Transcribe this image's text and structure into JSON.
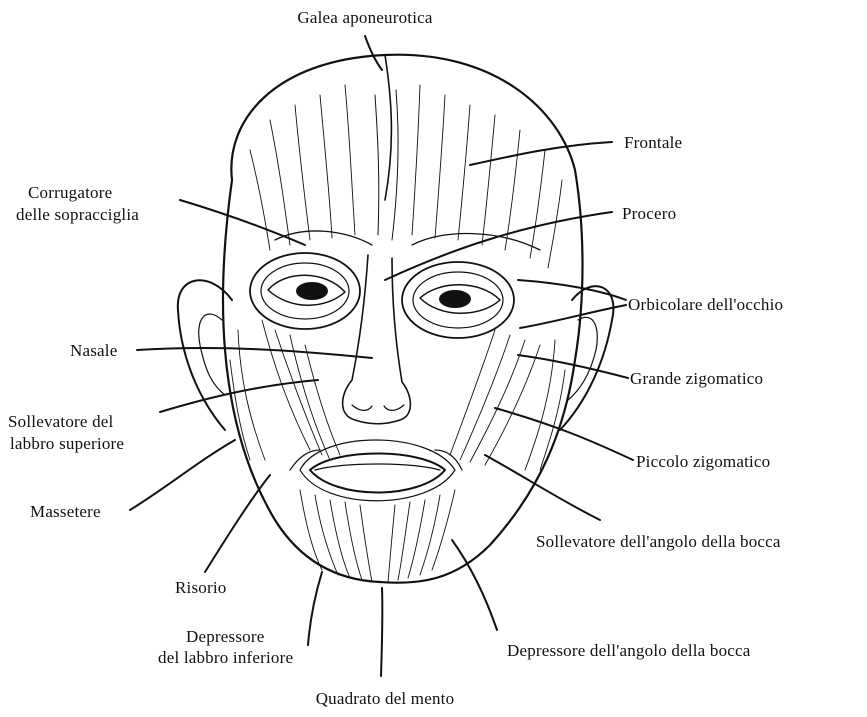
{
  "labels": {
    "galea": "Galea aponeurotica",
    "frontale": "Frontale",
    "corrugatore_1": "Corrugatore",
    "corrugatore_2": "delle sopracciglia",
    "procero": "Procero",
    "orbicolare_occhio": "Orbicolare dell'occhio",
    "nasale": "Nasale",
    "grande_zigomatico": "Grande zigomatico",
    "sollevatore_labbro_1": "Sollevatore del",
    "sollevatore_labbro_2": "labbro superiore",
    "piccolo_zigomatico": "Piccolo zigomatico",
    "massetere": "Massetere",
    "sollevatore_angolo": "Sollevatore dell'angolo della bocca",
    "risorio": "Risorio",
    "depressore_labbro_1": "Depressore",
    "depressore_labbro_2": "del labbro inferiore",
    "depressore_angolo": "Depressore dell'angolo della bocca",
    "quadrato_mento": "Quadrato del mento"
  },
  "colors": {
    "ink": "#111111",
    "paper": "#ffffff"
  }
}
